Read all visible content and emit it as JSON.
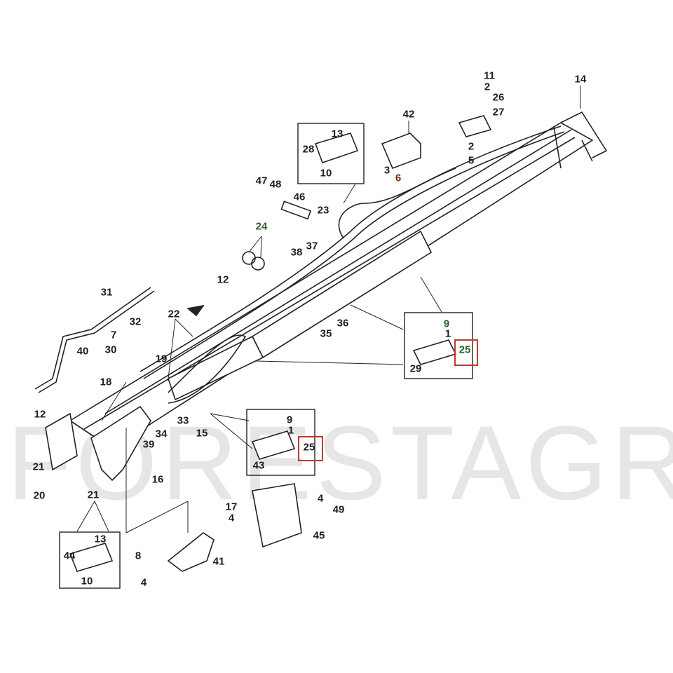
{
  "watermark": "FORESTAGRI",
  "colors": {
    "label": "#1e1e1e",
    "highlight_label": "#2e5e2e",
    "highlight_box": "#c0392b"
  },
  "labels": [
    {
      "text": "11"
    },
    {
      "text": "2"
    },
    {
      "text": "26"
    },
    {
      "text": "27"
    },
    {
      "text": "14"
    },
    {
      "text": "42"
    },
    {
      "text": "13"
    },
    {
      "text": "28"
    },
    {
      "text": "10"
    },
    {
      "text": "3"
    },
    {
      "text": "6"
    },
    {
      "text": "2"
    },
    {
      "text": "5"
    },
    {
      "text": "47"
    },
    {
      "text": "48"
    },
    {
      "text": "46"
    },
    {
      "text": "23"
    },
    {
      "text": "24"
    },
    {
      "text": "37"
    },
    {
      "text": "38"
    },
    {
      "text": "12"
    },
    {
      "text": "31"
    },
    {
      "text": "22"
    },
    {
      "text": "36"
    },
    {
      "text": "35"
    },
    {
      "text": "9"
    },
    {
      "text": "1"
    },
    {
      "text": "25"
    },
    {
      "text": "29"
    },
    {
      "text": "32"
    },
    {
      "text": "7"
    },
    {
      "text": "30"
    },
    {
      "text": "40"
    },
    {
      "text": "19"
    },
    {
      "text": "18"
    },
    {
      "text": "12"
    },
    {
      "text": "33"
    },
    {
      "text": "9"
    },
    {
      "text": "1"
    },
    {
      "text": "25"
    },
    {
      "text": "43"
    },
    {
      "text": "15"
    },
    {
      "text": "34"
    },
    {
      "text": "39"
    },
    {
      "text": "21"
    },
    {
      "text": "16"
    },
    {
      "text": "20"
    },
    {
      "text": "21"
    },
    {
      "text": "17"
    },
    {
      "text": "4"
    },
    {
      "text": "4"
    },
    {
      "text": "49"
    },
    {
      "text": "45"
    },
    {
      "text": "13"
    },
    {
      "text": "44"
    },
    {
      "text": "10"
    },
    {
      "text": "8"
    },
    {
      "text": "41"
    },
    {
      "text": "4"
    }
  ]
}
